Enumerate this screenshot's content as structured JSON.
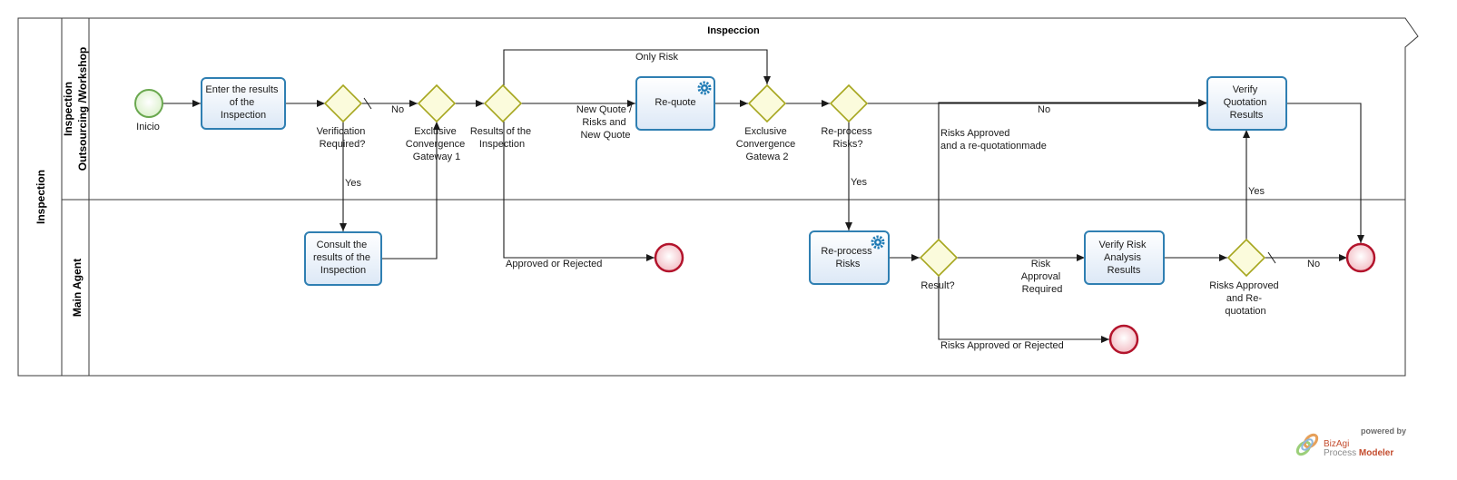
{
  "pool": {
    "name": "Inspection",
    "title": "Inspeccion"
  },
  "lanes": [
    {
      "name": "Inspection\nOutsourcing /Workshop",
      "line1": "Inspection",
      "line2": "Outsourcing /Workshop"
    },
    {
      "name": "Main Agent",
      "line1": "Main Agent"
    }
  ],
  "events": {
    "start": {
      "label": "Inicio"
    }
  },
  "tasks": {
    "enter_results": {
      "lines": [
        "Enter the results",
        "of the",
        "Inspection"
      ]
    },
    "consult_results": {
      "lines": [
        "Consult the",
        "results of the",
        "Inspection"
      ]
    },
    "requote": {
      "lines": [
        "Re-quote"
      ]
    },
    "reprocess_risks": {
      "lines": [
        "Re-process",
        "Risks"
      ]
    },
    "verify_risk": {
      "lines": [
        "Verify Risk",
        "Analysis",
        "Results"
      ]
    },
    "verify_quotation": {
      "lines": [
        "Verify",
        "Quotation",
        "Results"
      ]
    }
  },
  "gateways": {
    "verification_required": {
      "lines": [
        "Verification",
        "Required?"
      ]
    },
    "exclusive_convergence_1": {
      "lines": [
        "Exclusive",
        "Convergence",
        "Gateway  1"
      ]
    },
    "results_of_inspection": {
      "lines": [
        "Results of the",
        "Inspection"
      ]
    },
    "exclusive_convergence_2": {
      "lines": [
        "Exclusive",
        "Convergence",
        "Gatewa 2"
      ]
    },
    "reprocess_risks_q": {
      "lines": [
        "Re-process",
        "Risks?"
      ]
    },
    "result_q": {
      "lines": [
        "Result?"
      ]
    },
    "risks_approved_requotation": {
      "lines": [
        "Risks Approved",
        "and Re-",
        "quotation"
      ]
    }
  },
  "flow_labels": {
    "no_1": "No",
    "yes_1": "Yes",
    "only_risk": "Only Risk",
    "new_quote": [
      "New Quote /",
      "Risks and",
      "New Quote"
    ],
    "approved_or_rejected": "Approved or Rejected",
    "yes_2": "Yes",
    "no_2": "No",
    "risks_approved_requote": [
      "Risks Approved",
      "and a re-quotationmade"
    ],
    "risk_approval_required": [
      "Risk",
      "Approval",
      "Required"
    ],
    "risks_approved_or_rejected": "Risks Approved or Rejected",
    "yes_3": "Yes",
    "no_3": "No"
  },
  "branding": {
    "powered_by": "powered by",
    "product_line1": "BizAgi",
    "product_line2a": "Process ",
    "product_line2b": "Modeler"
  },
  "colors": {
    "task_stroke": "#2f7fb2",
    "task_fill": "#eef3fb",
    "gateway_stroke": "#a6a61e",
    "gateway_fill": "#fbfbdc",
    "start_stroke": "#6aa84f",
    "end_stroke": "#b3142c"
  }
}
